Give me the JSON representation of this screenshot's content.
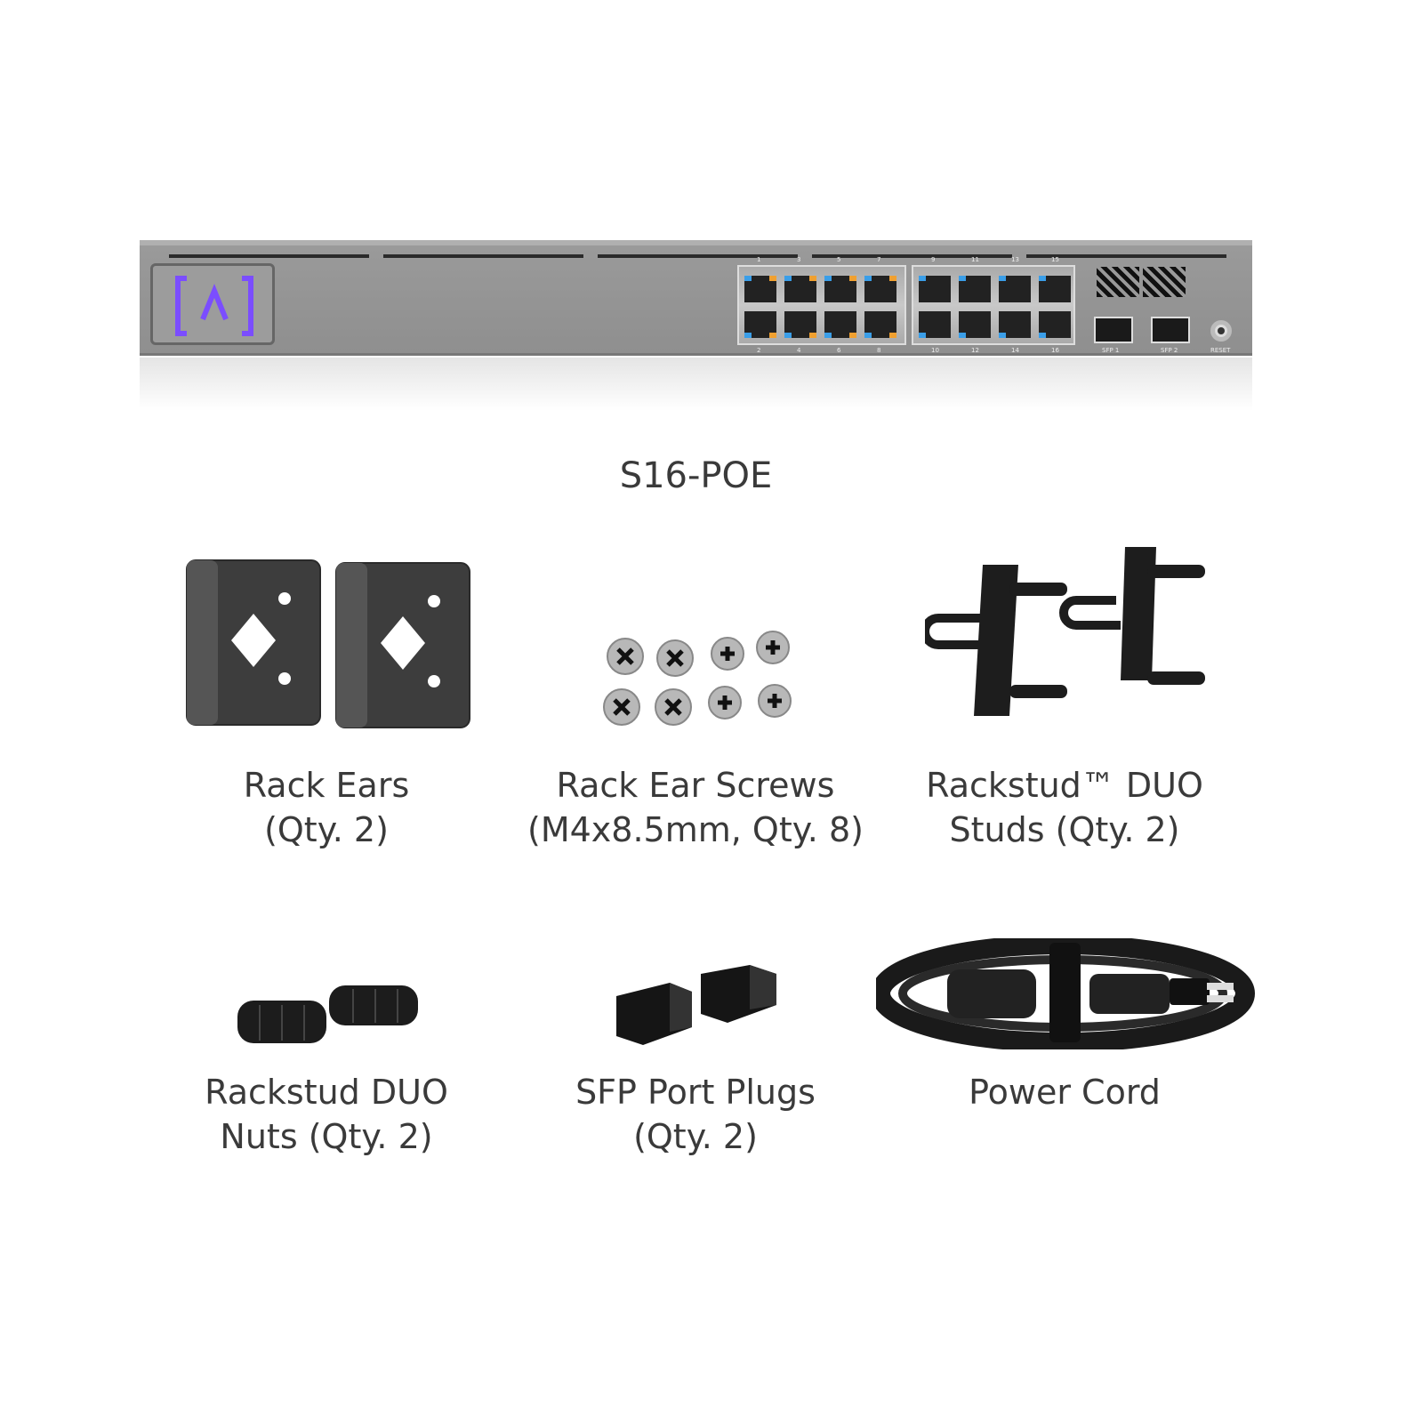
{
  "product": {
    "model": "S16-POE"
  },
  "switch": {
    "ports_top": [
      "1",
      "3",
      "5",
      "7",
      "9",
      "11",
      "13",
      "15"
    ],
    "ports_bottom": [
      "2",
      "4",
      "6",
      "8",
      "10",
      "12",
      "14",
      "16"
    ],
    "sfp_labels": [
      "SFP 1",
      "SFP 2"
    ],
    "reset_label": "RESET",
    "logo_color": "#7b4dff",
    "led_colors": {
      "blue": "#3a9ee8",
      "orange": "#f0a030"
    }
  },
  "items": [
    {
      "line1": "Rack Ears",
      "line2": "(Qty. 2)"
    },
    {
      "line1": "Rack Ear Screws",
      "line2": "(M4x8.5mm, Qty. 8)"
    },
    {
      "line1": "Rackstud™ DUO",
      "line2": "Studs (Qty. 2)"
    },
    {
      "line1": "Rackstud DUO",
      "line2": "Nuts (Qty. 2)"
    },
    {
      "line1": "SFP Port Plugs",
      "line2": "(Qty. 2)"
    },
    {
      "line1": "Power Cord",
      "line2": ""
    }
  ]
}
